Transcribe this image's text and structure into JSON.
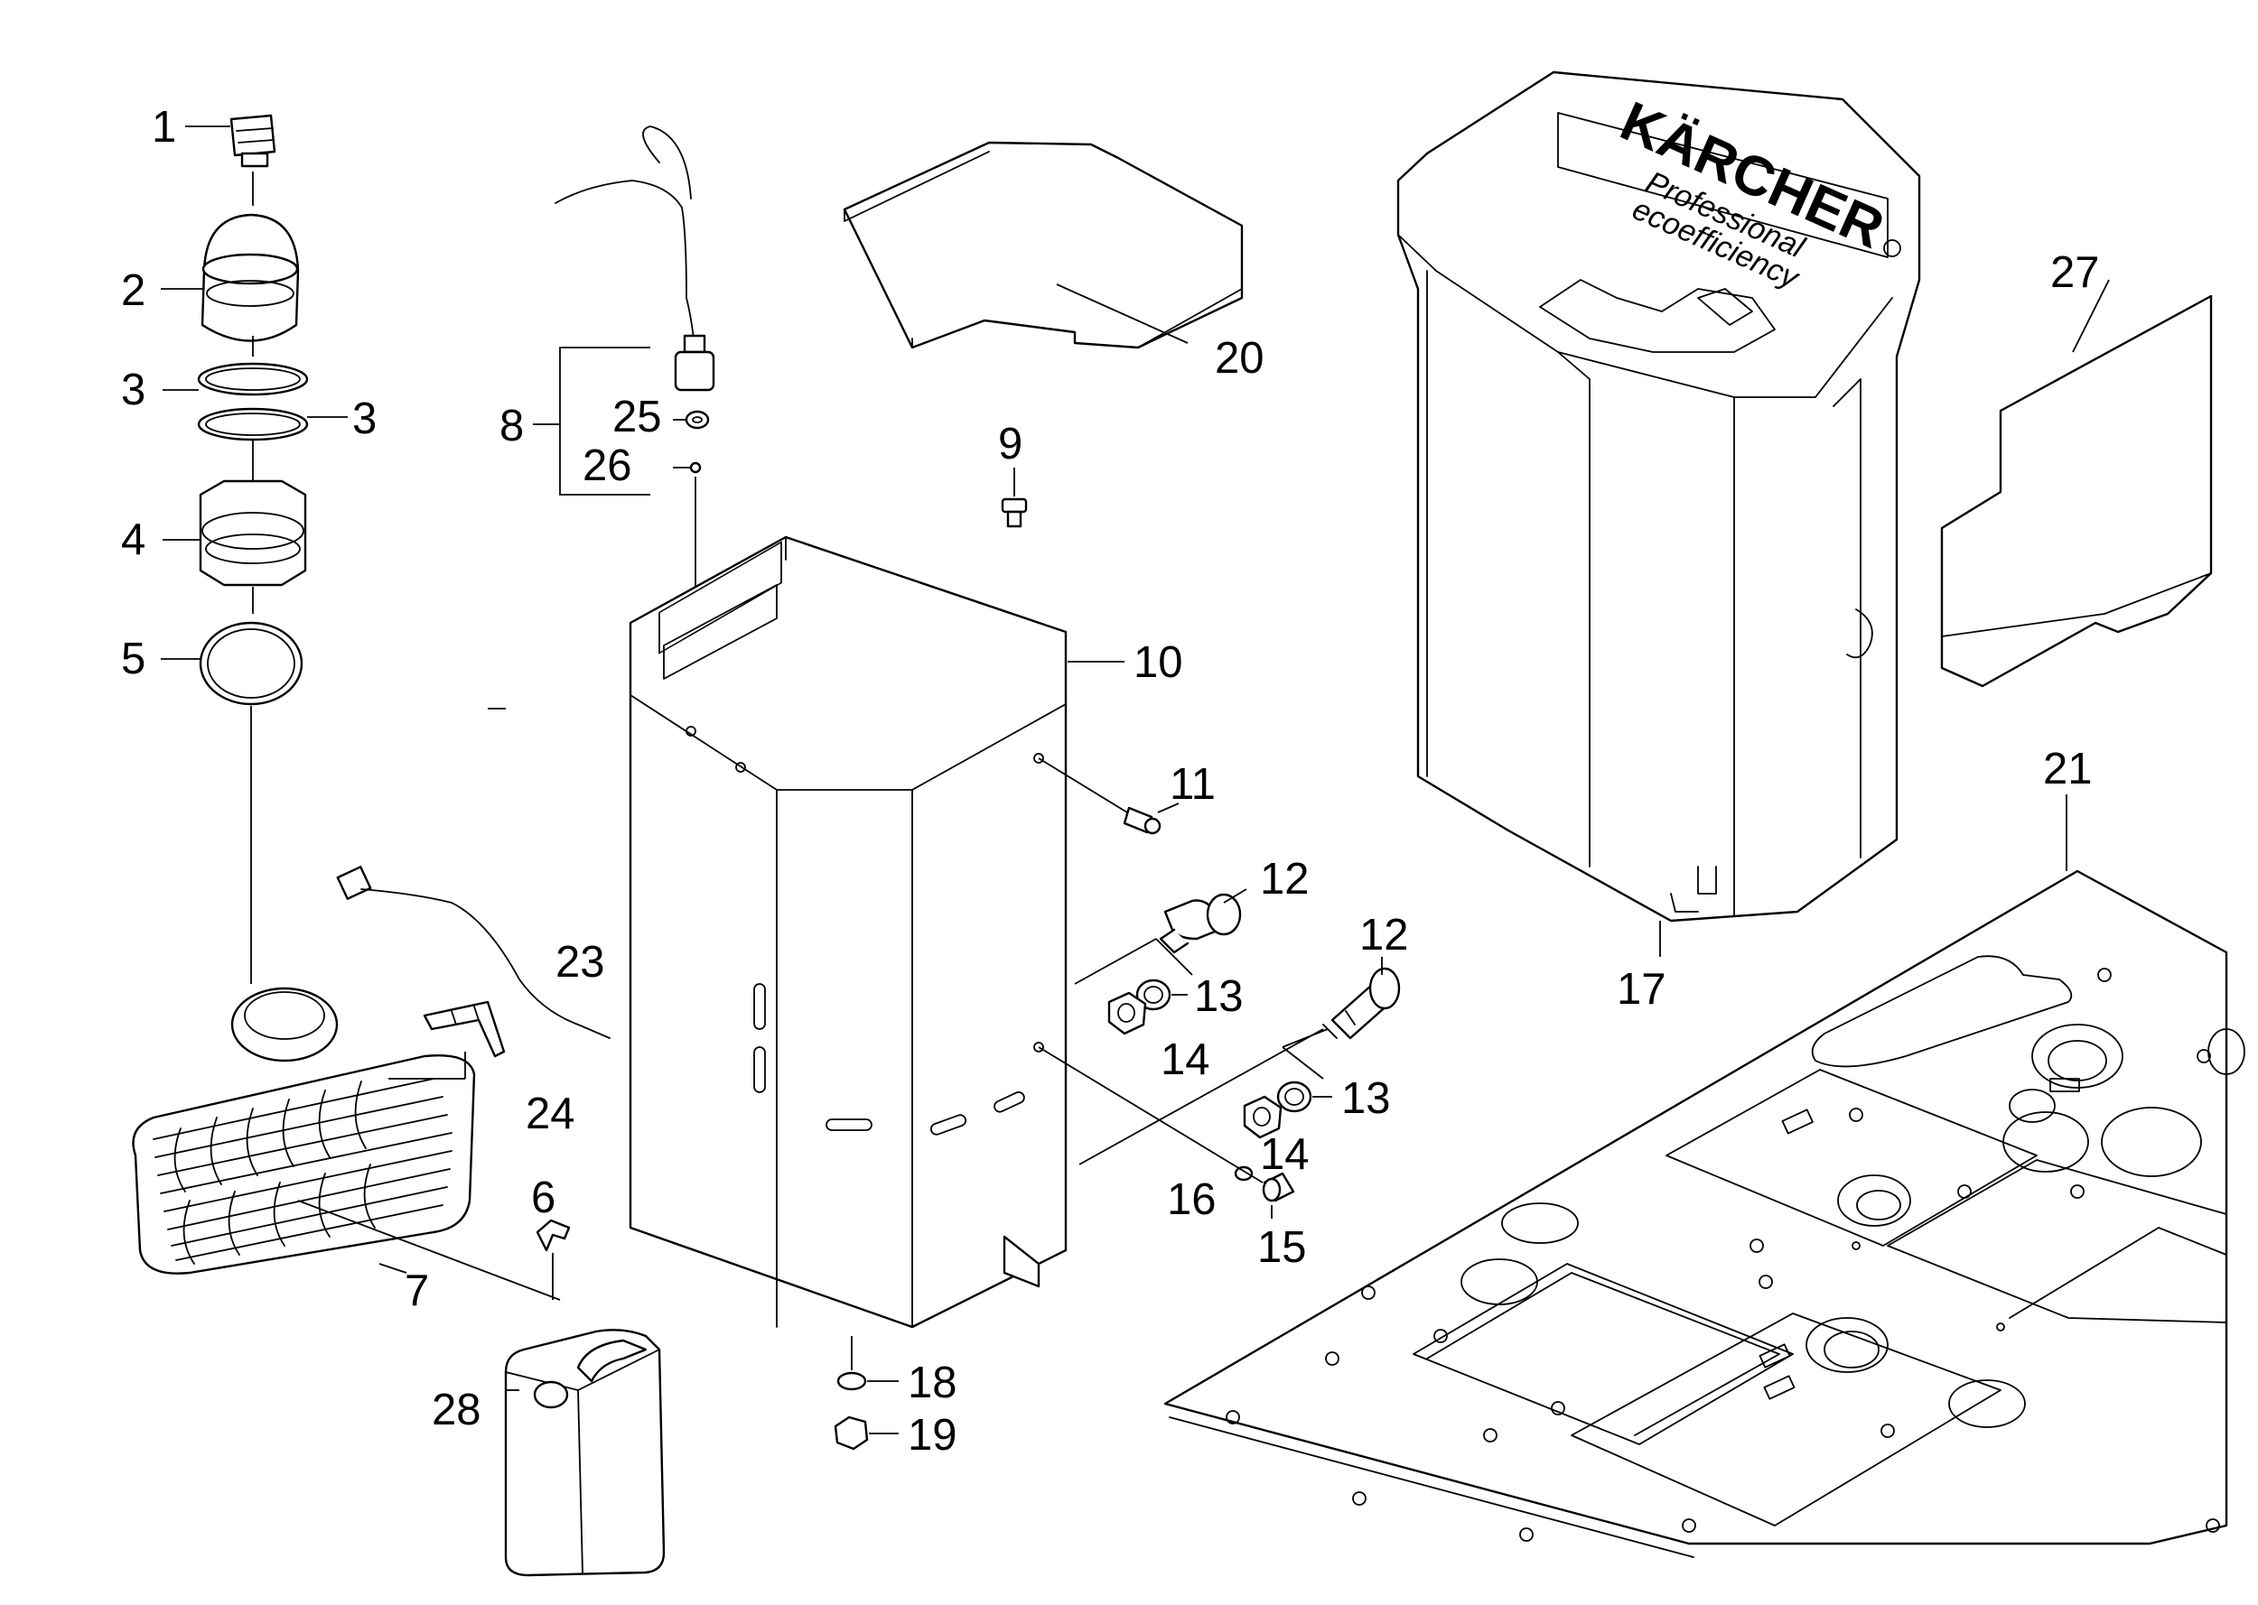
{
  "diagram": {
    "labels": {
      "p1": "1",
      "p2": "2",
      "p3a": "3",
      "p3b": "3",
      "p4": "4",
      "p5": "5",
      "p6": "6",
      "p7": "7",
      "p8": "8",
      "p9": "9",
      "p10": "10",
      "p11": "11",
      "p12a": "12",
      "p12b": "12",
      "p13a": "13",
      "p13b": "13",
      "p14a": "14",
      "p14b": "14",
      "p15": "15",
      "p16": "16",
      "p17": "17",
      "p18": "18",
      "p19": "19",
      "p20": "20",
      "p21": "21",
      "p23": "23",
      "p24": "24",
      "p25": "25",
      "p26": "26",
      "p27": "27",
      "p28": "28"
    },
    "tank_lid": {
      "brand": "KÄRCHER",
      "line1": "Professional",
      "line2": "ecoefficiency"
    }
  }
}
